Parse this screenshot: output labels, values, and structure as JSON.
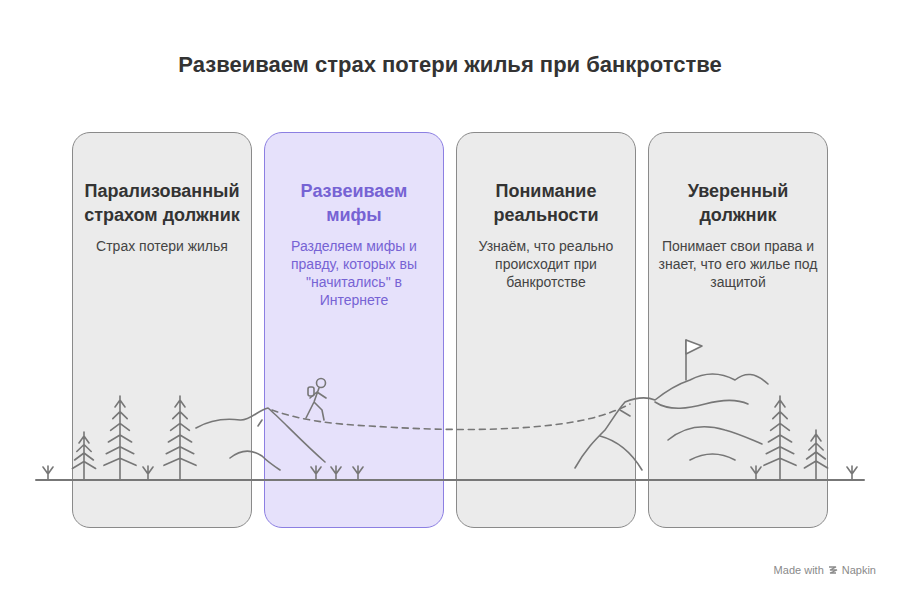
{
  "diagram": {
    "title": "Развеиваем страх потери жилья при банкротстве",
    "nodes": [
      {
        "text": [
          "Парализованный страхом должник",
          "Страх потери жилья"
        ]
      },
      {
        "text": [
          "Развеиваем мифы",
          "Разделяем мифы и правду, которых вы \"начитались\" в Интернете"
        ]
      },
      {
        "text": [
          "Понимание реальности",
          "Узнаём, что реально происходит при банкротстве"
        ]
      },
      {
        "text": [
          "Уверенный должник",
          "Понимает свои права и знает, что его жилье под защитой"
        ]
      }
    ],
    "labels": [
      "Made with",
      "Napkin"
    ]
  }
}
